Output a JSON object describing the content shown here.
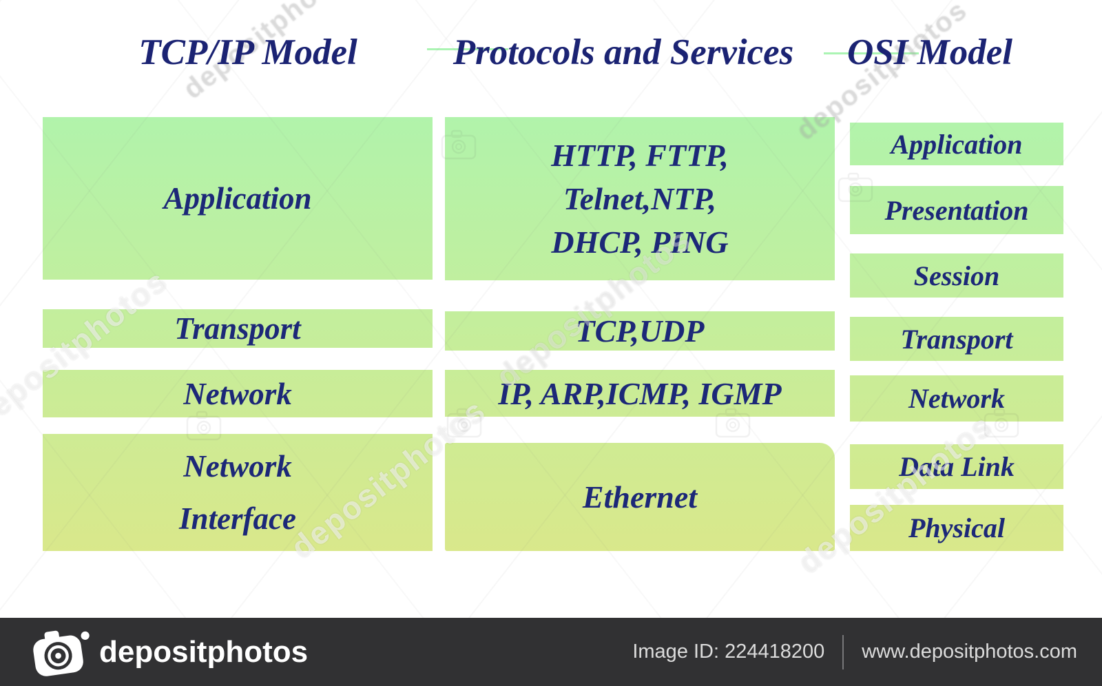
{
  "tcpip": {
    "title": "TCP/IP Model",
    "layers": [
      [
        "Application"
      ],
      [
        "Transport"
      ],
      [
        "Network"
      ],
      [
        "Network",
        "Interface"
      ]
    ]
  },
  "protocols": {
    "title": "Protocols and Services",
    "rows": [
      [
        "HTTP, FTTP,",
        "Telnet,NTP,",
        "DHCP, PING"
      ],
      [
        "TCP,UDP"
      ],
      [
        "IP, ARP,ICMP, IGMP"
      ],
      [
        "Ethernet"
      ]
    ]
  },
  "osi": {
    "title": "OSI Model",
    "layers": [
      "Application",
      "Presentation",
      "Session",
      "Transport",
      "Network",
      "Data Link",
      "Physical"
    ]
  },
  "watermark": {
    "text": "depositphotos"
  },
  "footer": {
    "brand": "depositphotos",
    "image_id": "Image ID: 224418200",
    "website": "www.depositphotos.com"
  },
  "colors": {
    "text_navy": "#1c2878",
    "title_navy": "#1b2373",
    "green_top": "#b1f3ab",
    "green_bottom": "#d9e88b",
    "footer_bg": "#313133"
  }
}
